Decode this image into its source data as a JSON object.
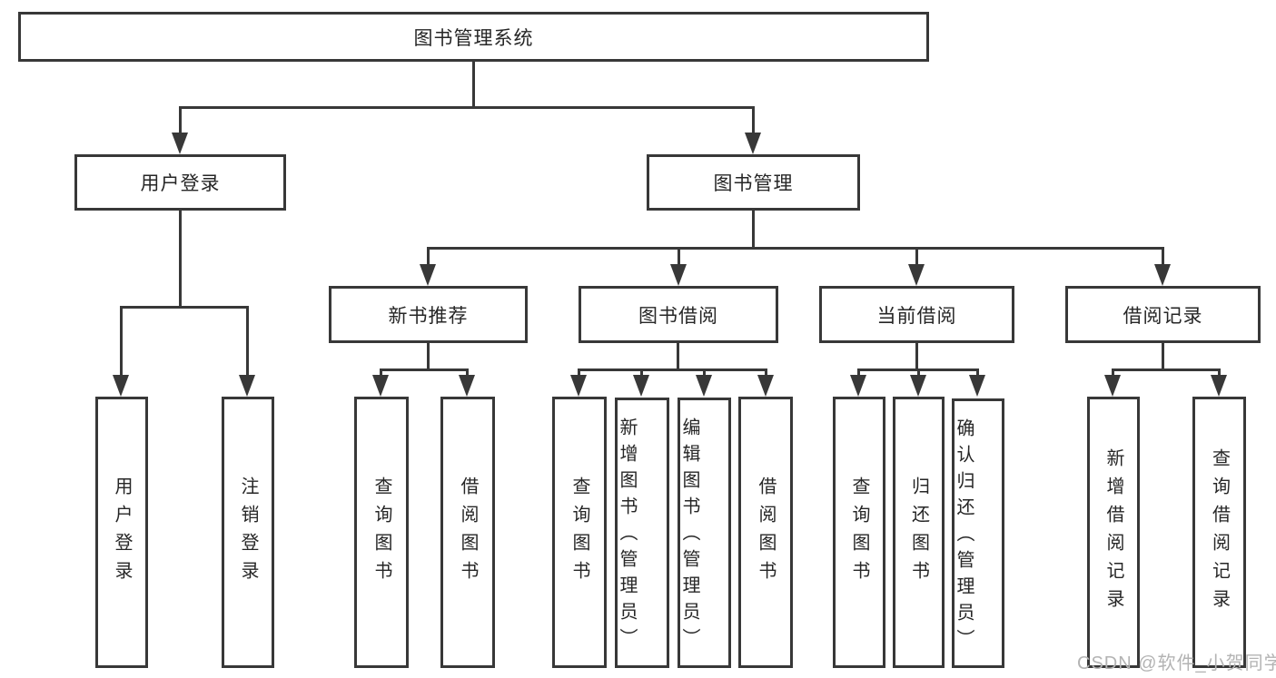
{
  "colors": {
    "line": "#383838",
    "text": "#262626",
    "watermark": "#b3b3b3",
    "box-bg": "#ffffff"
  },
  "root": {
    "label": "图书管理系统"
  },
  "branches": [
    {
      "label": "用户登录",
      "children": [
        {
          "label": "用户登录"
        },
        {
          "label": "注销登录"
        }
      ]
    },
    {
      "label": "图书管理",
      "children": [
        {
          "label": "新书推荐",
          "children": [
            {
              "label": "查询图书"
            },
            {
              "label": "借阅图书"
            }
          ]
        },
        {
          "label": "图书借阅",
          "children": [
            {
              "label": "查询图书"
            },
            {
              "label": "新增图书（管理员）"
            },
            {
              "label": "编辑图书（管理员）"
            },
            {
              "label": "借阅图书"
            }
          ]
        },
        {
          "label": "当前借阅",
          "children": [
            {
              "label": "查询图书"
            },
            {
              "label": "归还图书"
            },
            {
              "label": "确认归还（管理员）"
            }
          ]
        },
        {
          "label": "借阅记录",
          "children": [
            {
              "label": "新增借阅记录"
            },
            {
              "label": "查询借阅记录"
            }
          ]
        }
      ]
    }
  ],
  "watermark": {
    "text": "CSDN @软件_小贺同学"
  }
}
